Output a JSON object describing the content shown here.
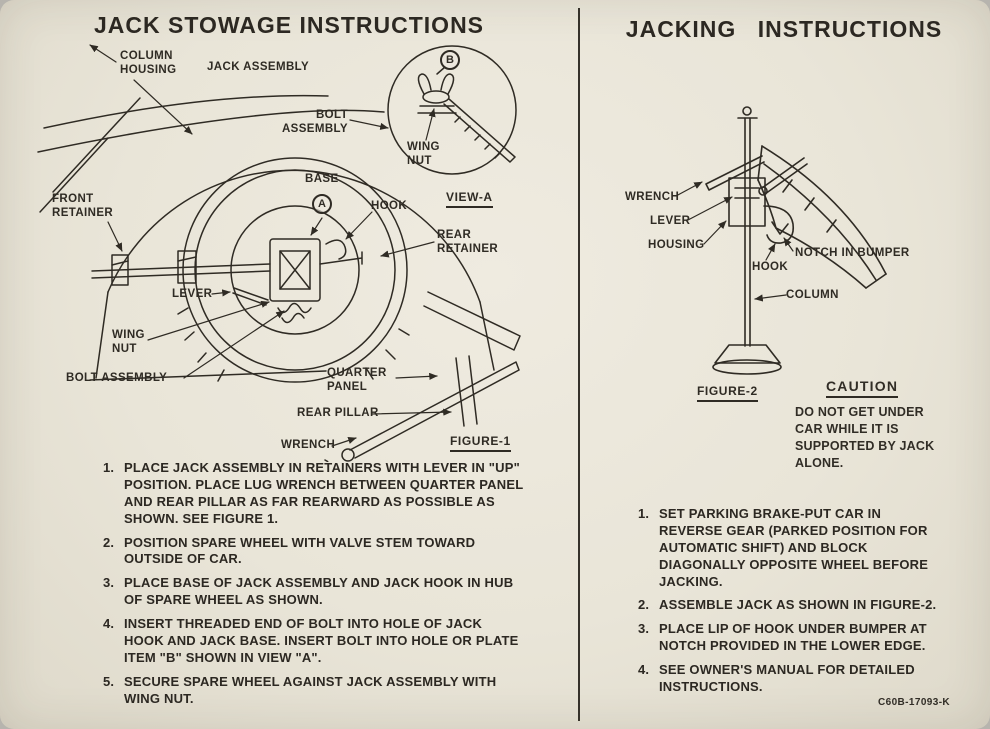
{
  "decal": {
    "bg_color": "#e9e5d8",
    "ink_color": "#2f2b24",
    "part_number": "C60B-17093-K"
  },
  "stowage": {
    "title": "JACK STOWAGE INSTRUCTIONS",
    "figure_label": "FIGURE-1",
    "view_label": "VIEW-A",
    "callout_a": "A",
    "callout_b": "B",
    "labels": {
      "column_housing": "COLUMN\nHOUSING",
      "jack_assembly": "JACK ASSEMBLY",
      "bolt_assembly_top": "BOLT\nASSEMBLY",
      "base": "BASE",
      "hook": "HOOK",
      "wing_nut_view": "WING\nNUT",
      "front_retainer": "FRONT\nRETAINER",
      "rear_retainer": "REAR\nRETAINER",
      "lever": "LEVER",
      "wing_nut": "WING\nNUT",
      "bolt_assembly_bottom": "BOLT ASSEMBLY",
      "quarter_panel": "QUARTER\nPANEL",
      "rear_pillar": "REAR PILLAR",
      "wrench": "WRENCH"
    },
    "steps": [
      {
        "num": "1.",
        "text": "PLACE JACK ASSEMBLY IN RETAINERS WITH LEVER IN \"UP\" POSITION. PLACE LUG WRENCH BETWEEN QUARTER PANEL AND REAR PILLAR AS FAR REARWARD AS POSSIBLE AS SHOWN. SEE FIGURE 1."
      },
      {
        "num": "2.",
        "text": "POSITION SPARE WHEEL WITH VALVE STEM TOWARD OUTSIDE OF CAR."
      },
      {
        "num": "3.",
        "text": "PLACE BASE OF JACK ASSEMBLY AND JACK HOOK IN HUB OF SPARE WHEEL AS SHOWN."
      },
      {
        "num": "4.",
        "text": "INSERT THREADED END OF BOLT INTO HOLE OF JACK HOOK AND JACK BASE. INSERT BOLT INTO HOLE OR PLATE ITEM \"B\" SHOWN IN VIEW \"A\"."
      },
      {
        "num": "5.",
        "text": "SECURE SPARE WHEEL AGAINST JACK ASSEMBLY WITH WING NUT."
      }
    ]
  },
  "jacking": {
    "title": "JACKING INSTRUCTIONS",
    "figure_label": "FIGURE-2",
    "caution_title": "CAUTION",
    "caution_text": "DO NOT GET UNDER CAR WHILE IT IS SUPPORTED BY JACK ALONE.",
    "labels": {
      "wrench": "WRENCH",
      "lever": "LEVER",
      "housing": "HOUSING",
      "hook": "HOOK",
      "notch_in_bumper": "NOTCH IN BUMPER",
      "column": "COLUMN"
    },
    "steps": [
      {
        "num": "1.",
        "text": "SET PARKING BRAKE-PUT CAR IN REVERSE GEAR (PARKED POSITION FOR AUTOMATIC SHIFT) AND BLOCK DIAGONALLY OPPOSITE WHEEL BEFORE JACKING."
      },
      {
        "num": "2.",
        "text": "ASSEMBLE JACK AS SHOWN IN FIGURE-2."
      },
      {
        "num": "3.",
        "text": "PLACE LIP OF HOOK UNDER BUMPER AT NOTCH PROVIDED IN THE LOWER EDGE."
      },
      {
        "num": "4.",
        "text": "SEE OWNER'S MANUAL FOR DETAILED INSTRUCTIONS."
      }
    ]
  }
}
